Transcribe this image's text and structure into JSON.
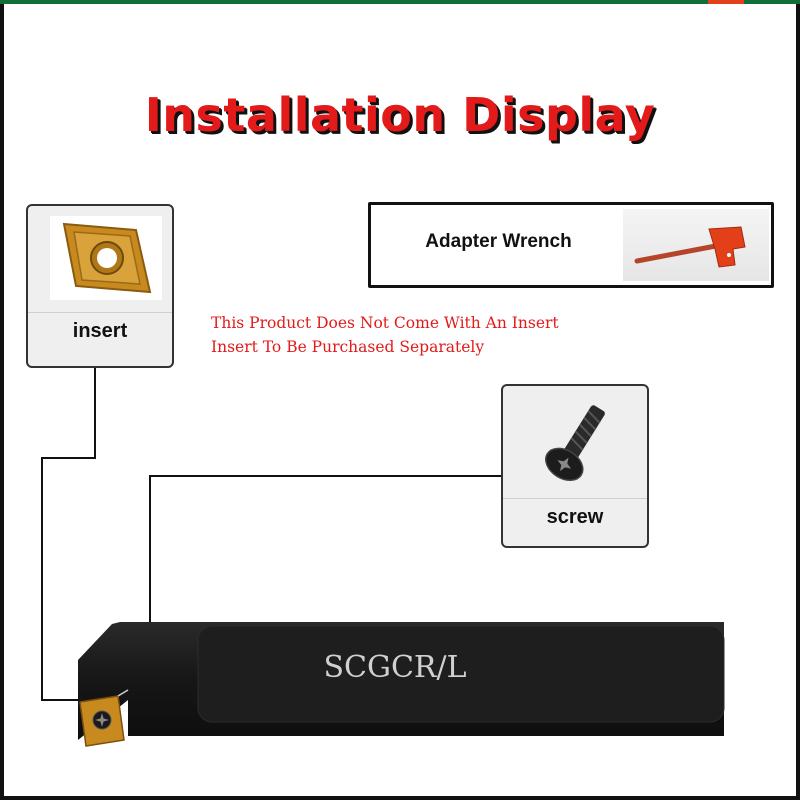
{
  "title": "Installation Display",
  "insert_card": {
    "label": "insert"
  },
  "wrench_card": {
    "label": "Adapter Wrench"
  },
  "notice": {
    "line1": "This Product Does Not Come With An Insert",
    "line2": "Insert To Be Purchased Separately"
  },
  "screw_card": {
    "label": "screw"
  },
  "tool_holder": {
    "model": "SCGCR/L"
  },
  "colors": {
    "title_red": "#e31a1a",
    "insert_gold": "#c88a1e",
    "wrench_orange": "#e3401a",
    "tool_black": "#141414"
  },
  "icons": [
    "insert-icon",
    "wrench-icon",
    "screw-icon"
  ]
}
